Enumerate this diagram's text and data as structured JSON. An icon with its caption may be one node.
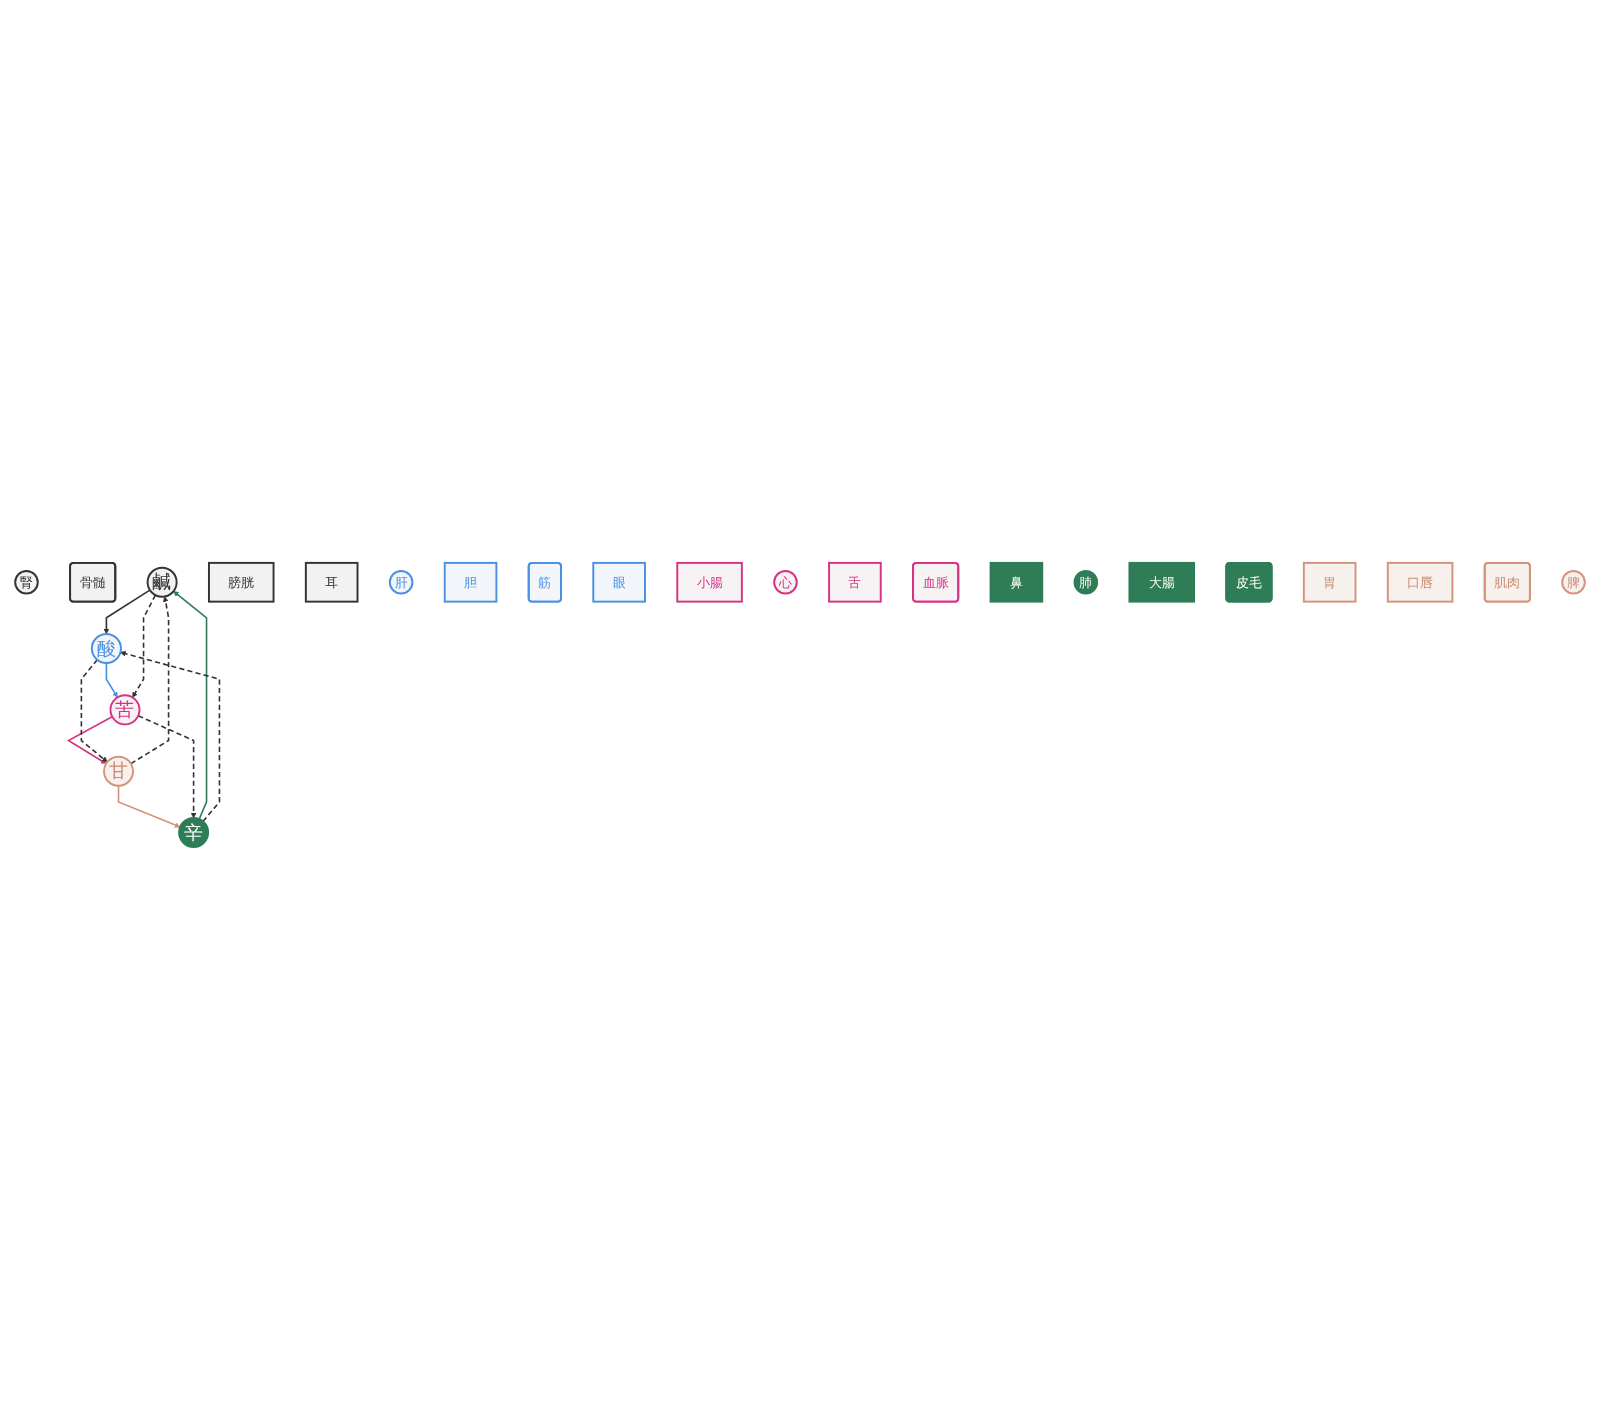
{
  "diagram": {
    "nodes": [
      {
        "text": [
          "腎"
        ]
      },
      {
        "text": [
          "骨髄"
        ]
      },
      {
        "text": [
          "鹹"
        ]
      },
      {
        "text": [
          "膀胱"
        ]
      },
      {
        "text": [
          "耳"
        ]
      },
      {
        "text": [
          "肝"
        ]
      },
      {
        "text": [
          "胆"
        ]
      },
      {
        "text": [
          "酸"
        ]
      },
      {
        "text": [
          "筋"
        ]
      },
      {
        "text": [
          "眼"
        ]
      },
      {
        "text": [
          "小腸"
        ]
      },
      {
        "text": [
          "心"
        ]
      },
      {
        "text": [
          "苦"
        ]
      },
      {
        "text": [
          "舌"
        ]
      },
      {
        "text": [
          "血脈"
        ]
      },
      {
        "text": [
          "鼻"
        ]
      },
      {
        "text": [
          "肺"
        ]
      },
      {
        "text": [
          "辛"
        ]
      },
      {
        "text": [
          "大腸"
        ]
      },
      {
        "text": [
          "皮毛"
        ]
      },
      {
        "text": [
          "胃"
        ]
      },
      {
        "text": [
          "口唇"
        ]
      },
      {
        "text": [
          "甘"
        ]
      },
      {
        "text": [
          "肌肉"
        ]
      },
      {
        "text": [
          "脾"
        ]
      }
    ],
    "edges": [
      {
        "from": 2,
        "to": 7,
        "arrow": "to"
      },
      {
        "from": 7,
        "to": 12,
        "arrow": "to",
        "color": "#4a90e2"
      },
      {
        "from": 12,
        "to": 22,
        "arrow": "to",
        "color": "#d63384"
      },
      {
        "from": 22,
        "to": 17,
        "arrow": "to",
        "color": "#d4937a"
      },
      {
        "from": 17,
        "to": 2,
        "arrow": "to",
        "color": "#2e7d57"
      },
      {
        "from": 2,
        "to": 12,
        "arrow": "to",
        "style": "dashed"
      },
      {
        "from": 12,
        "to": 17,
        "arrow": "to",
        "style": "dashed"
      },
      {
        "from": 17,
        "to": 7,
        "arrow": "to",
        "style": "dashed"
      },
      {
        "from": 7,
        "to": 22,
        "arrow": "to",
        "style": "dashed"
      },
      {
        "from": 22,
        "to": 2,
        "arrow": "to",
        "style": "dashed"
      }
    ]
  }
}
